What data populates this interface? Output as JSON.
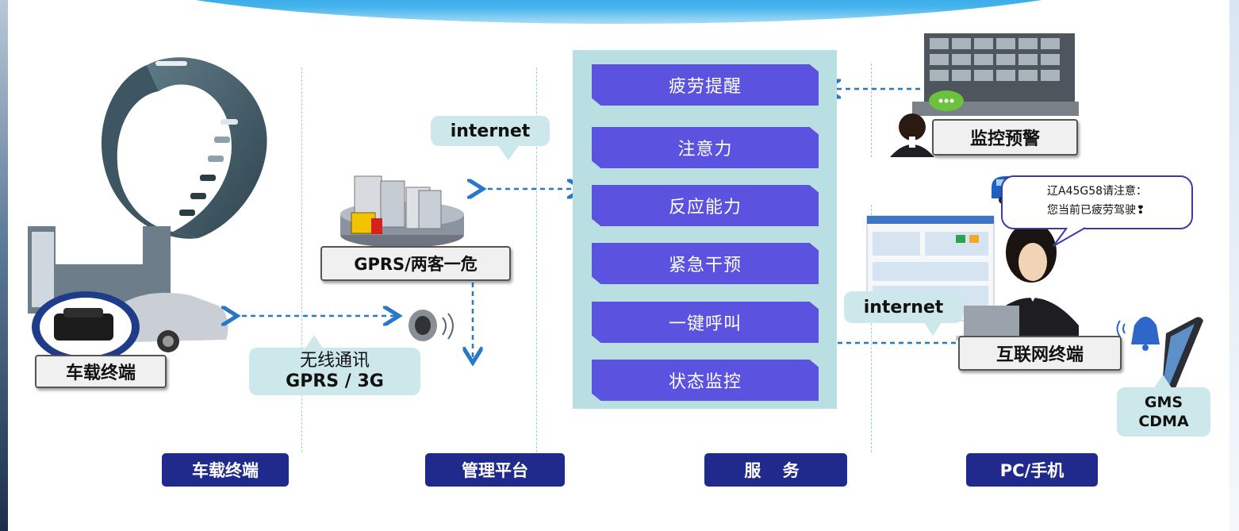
{
  "services": [
    "疲劳提醒",
    "注意力",
    "反应能力",
    "紧急干预",
    "一键呼叫",
    "状态监控"
  ],
  "labels": {
    "vehicle_terminal": "车载终端",
    "gprs_hazard": "GPRS/两客一危",
    "monitoring_alert": "监控预警",
    "internet_terminal": "互联网终端"
  },
  "callouts": {
    "internet_top": "internet",
    "internet_right": "internet",
    "wireless_line1": "无线通讯",
    "wireless_line2": "GPRS / 3G",
    "gms": "GMS",
    "cdma": "CDMA"
  },
  "speech": {
    "line1": "辽A45G58请注意：",
    "line2": "您当前已疲劳驾驶❢"
  },
  "categories": [
    "车载终端",
    "管理平台",
    "服 务",
    "PC/手机"
  ],
  "colors": {
    "service_bg": "#5b52e0",
    "panel_bg": "#b9dfe3",
    "category_bg": "#1f2a8c",
    "arrow": "#2878c8"
  }
}
